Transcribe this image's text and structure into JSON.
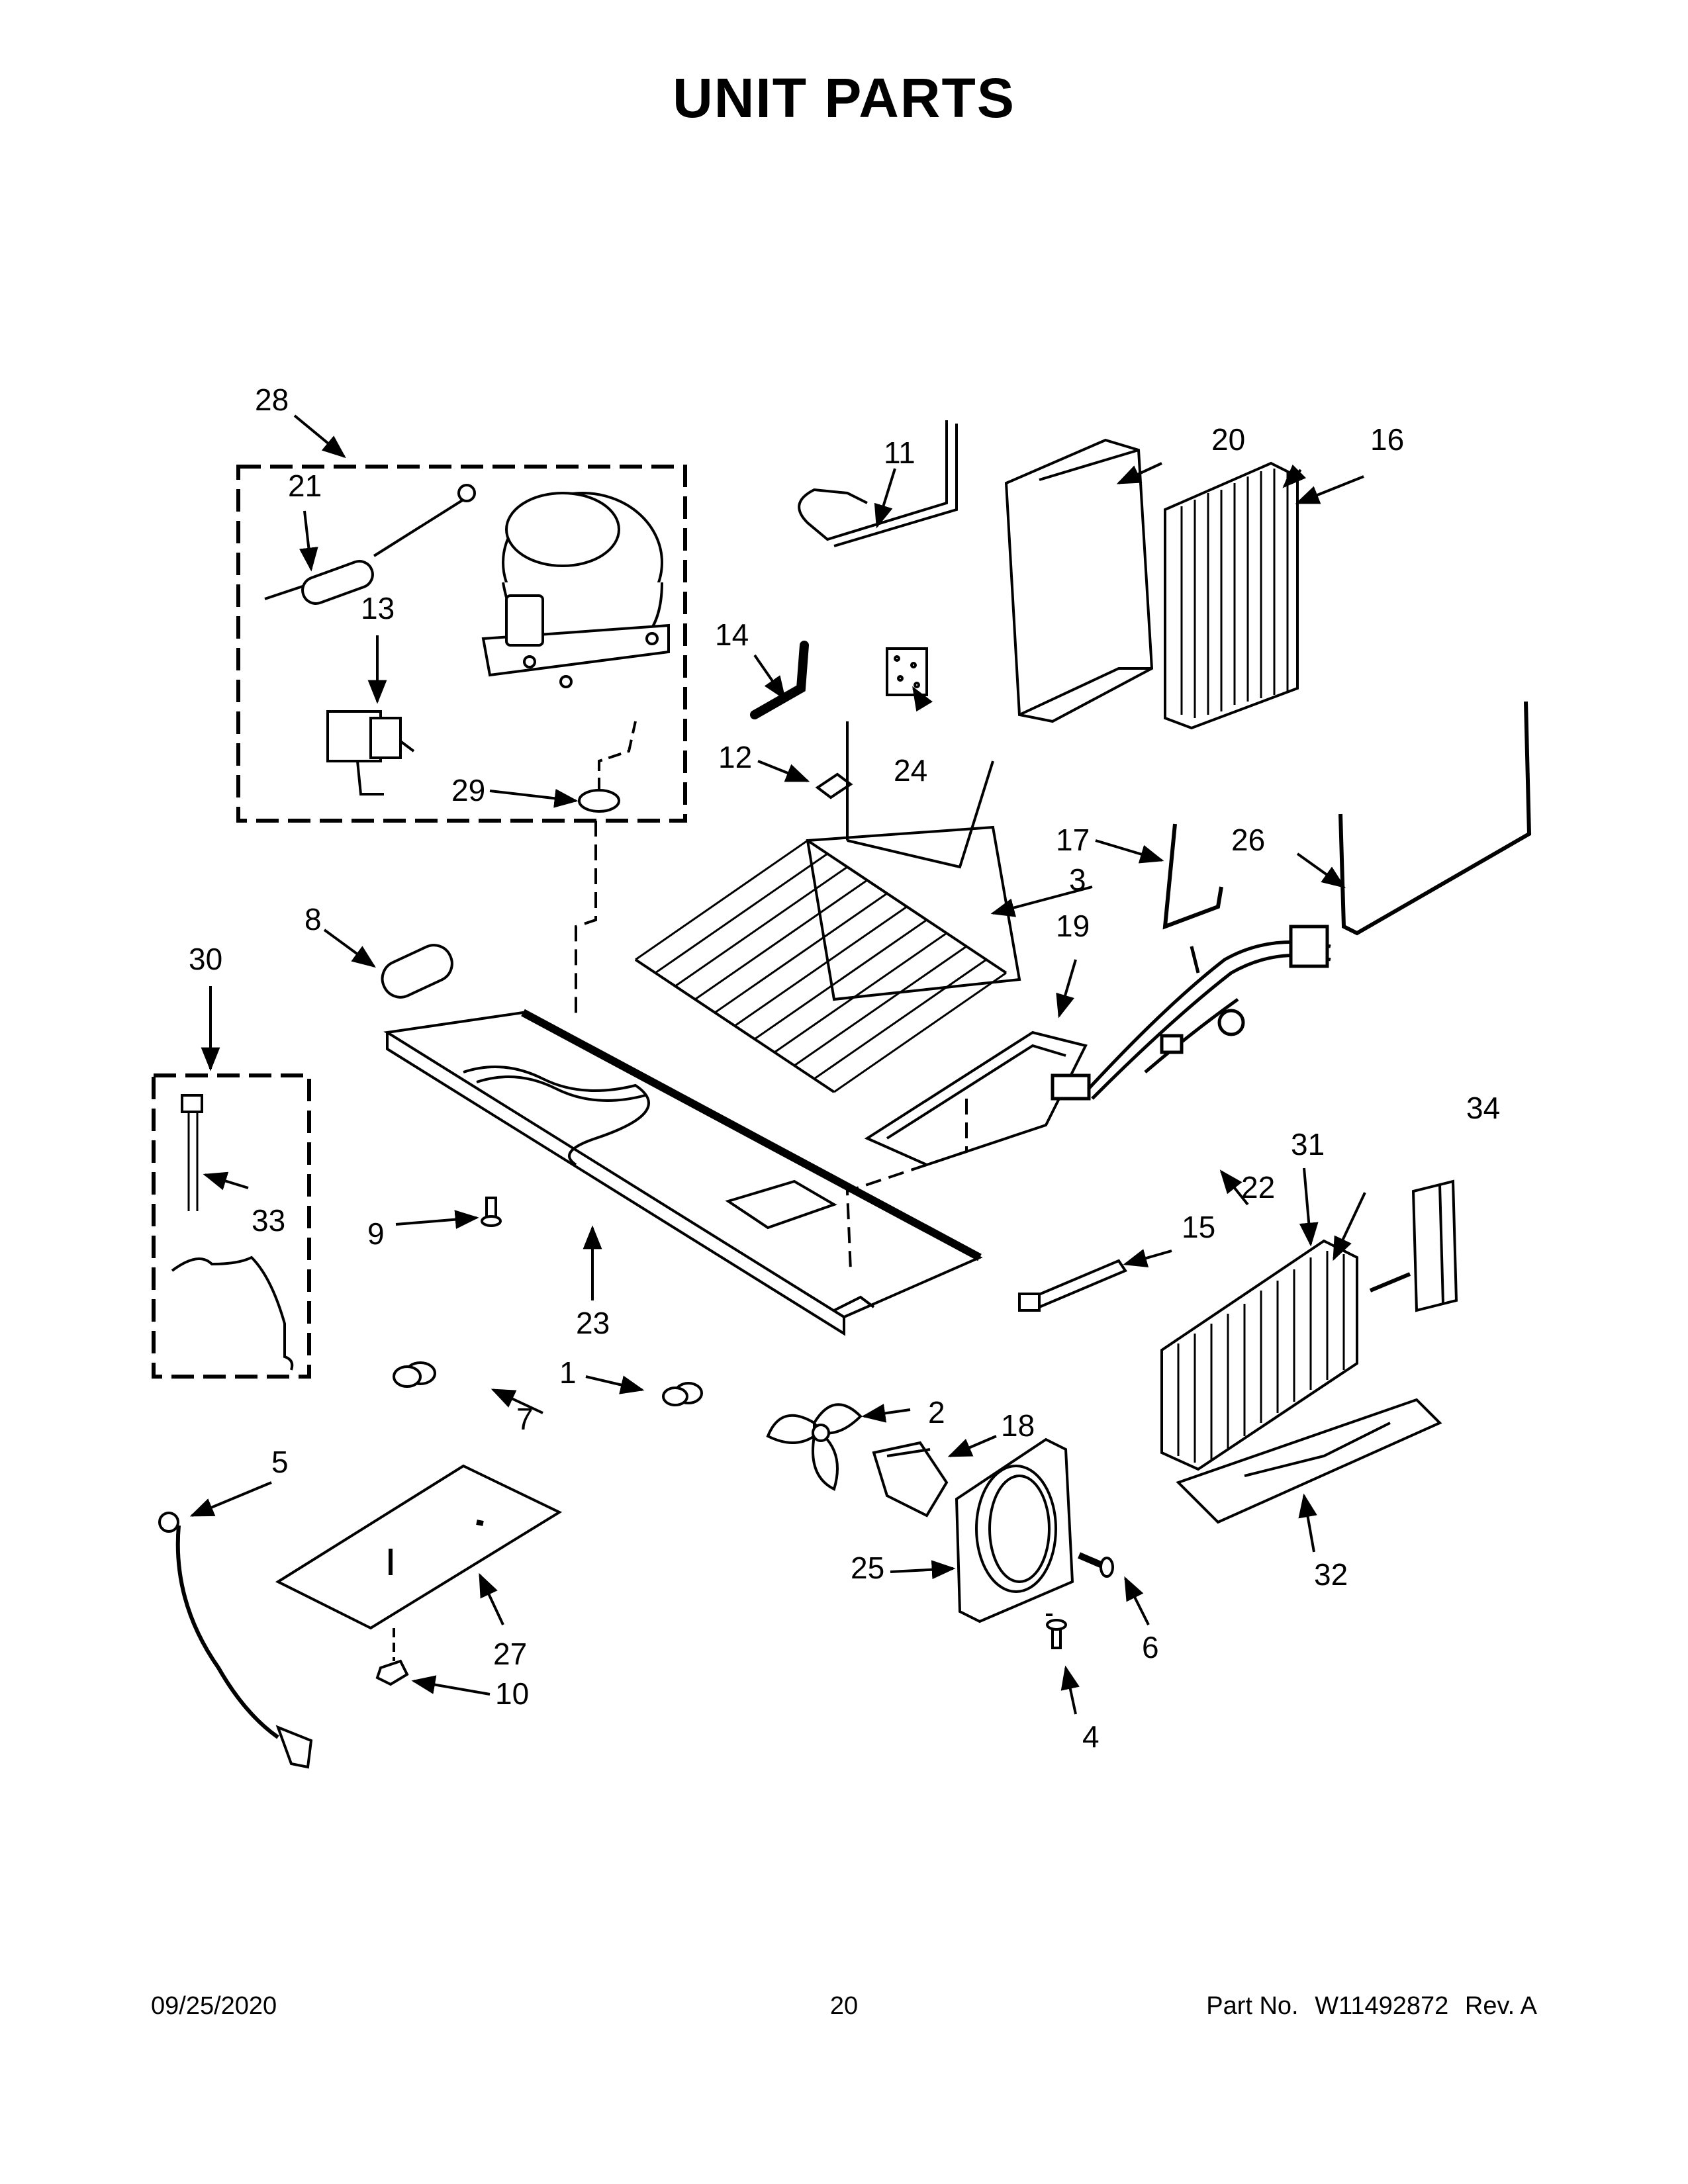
{
  "title": "UNIT PARTS",
  "callouts": [
    "1",
    "2",
    "3",
    "4",
    "5",
    "6",
    "7",
    "8",
    "9",
    "10",
    "11",
    "12",
    "13",
    "14",
    "15",
    "16",
    "17",
    "18",
    "19",
    "20",
    "21",
    "22",
    "23",
    "24",
    "25",
    "26",
    "27",
    "28",
    "29",
    "30",
    "31",
    "32",
    "33",
    "34"
  ],
  "footer": {
    "date": "09/25/2020",
    "page": "20",
    "part_label": "Part No.",
    "part_number": "W11492872",
    "revision": "Rev. A"
  }
}
